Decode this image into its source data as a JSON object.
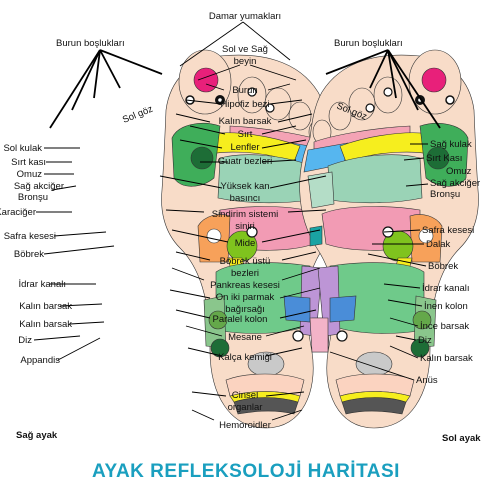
{
  "title": "AYAK REFLEKSOLOJİ HARİTASI",
  "colors": {
    "title": "#1a9fbf",
    "skin": "#f8dcc8",
    "outline": "#333333"
  },
  "feet": {
    "left_caption": "Sağ ayak",
    "right_caption": "Sol ayak",
    "toe_label": "Sol göz"
  },
  "labels": {
    "damar": "Damar yumakları",
    "burun_bosluklari_left": "Burun boşlukları",
    "burun_bosluklari_right": "Burun boşlukları",
    "beyin_1": "Sol ve Sağ",
    "beyin_2": "beyin",
    "burun": "Burun",
    "hipofiz": "Hipofiz bezi",
    "kalin_barsak_top": "Kalın barsak",
    "sirt": "Sırt",
    "lenfler": "Lenfler",
    "guatr": "Guatr bezleri",
    "yuksek_1": "Yüksek kan",
    "yuksek_2": "basıncı",
    "sindirim_1": "Sindirim sistemi",
    "sindirim_2": "siniri",
    "mide": "Mide",
    "bobrek_ustu_1": "Böbrek üstü",
    "bobrek_ustu_2": "bezleri",
    "pankreas": "Pankreas kesesi",
    "on_iki_1": "On iki parmak",
    "on_iki_2": "bağırsağı",
    "paralel": "Paralel kolon",
    "mesane": "Mesane",
    "kalca": "Kalça kemiği",
    "cinsel_1": "Cinsel",
    "cinsel_2": "organlar",
    "hemoroid": "Hemoroidler",
    "l_sol_kulak": "Sol kulak",
    "l_sirt_kasi": "Sırt kası",
    "l_omuz": "Omuz",
    "l_akciger_1": "Sağ akciğer",
    "l_akciger_2": "Bronşu",
    "l_karaciger": "Karaciğer",
    "l_safra": "Safra kesesi",
    "l_bobrek": "Böbrek",
    "l_idrar": "İdrar kanalı",
    "l_kalin_1": "Kalın barsak",
    "l_kalin_2": "Kalın barsak",
    "l_diz": "Diz",
    "l_appandis": "Appandis",
    "r_sag_kulak": "Sağ kulak",
    "r_sirt_kasi": "Sırt Kası",
    "r_omuz": "Omuz",
    "r_akciger_1": "Sağ akciğer",
    "r_akciger_2": "Bronşu",
    "r_safra": "Safra kesesi",
    "r_dalak": "Dalak",
    "r_bobrek": "Böbrek",
    "r_idrar": "İdrar kanalı",
    "r_inen": "İnen kolon",
    "r_ince": "İnce barsak",
    "r_diz": "Diz",
    "r_kalin": "Kalın barsak",
    "r_anus": "Anüs"
  }
}
